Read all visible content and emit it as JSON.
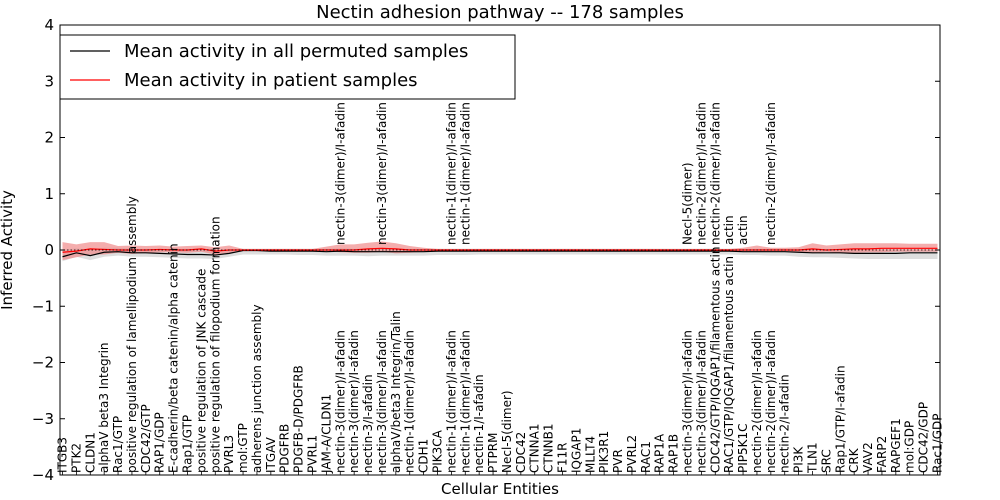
{
  "chart_data": {
    "type": "line",
    "title": "Nectin adhesion pathway -- 178 samples",
    "xlabel": "Cellular Entities",
    "ylabel": "Inferred Activity",
    "ylim": [
      -4,
      4
    ],
    "yticks": [
      -4,
      -3,
      -2,
      -1,
      0,
      1,
      2,
      3,
      4
    ],
    "legend_position": "top-left",
    "grid": false,
    "categories": [
      "ITGB3",
      "PTK2",
      "CLDN1",
      "alphaV beta3 Integrin",
      "Rac1/GTP",
      "positive regulation of lamellipodium assembly",
      "CDC42/GTP",
      "RAP1/GDP",
      "E-cadherin/beta catenin/alpha catenin",
      "Rap1/GTP",
      "positive regulation of JNK cascade",
      "positive regulation of filopodium formation",
      "PVRL3",
      "mol:GTP",
      "adherens junction assembly",
      "ITGAV",
      "PDGFRB",
      "PDGFB-D/PDGFRB",
      "PVRL1",
      "JAM-A/CLDN1",
      "nectin-3(dimer)/I-afadin",
      "nectin-3(dimer)/I-afadin",
      "nectin-3/I-afadin",
      "nectin-3(dimer)/I-afadin",
      "alphaV/beta3 Integrin/Talin",
      "nectin-1(dimer)/I-afadin",
      "CDH1",
      "PIK3CA",
      "nectin-1(dimer)/I-afadin",
      "nectin-1(dimer)/I-afadin",
      "nectin-1/I-afadin",
      "PTPRM",
      "Necl-5(dimer)",
      "CDC42",
      "CTNNA1",
      "CTNNB1",
      "F11R",
      "IQGAP1",
      "MLLT4",
      "PIK3R1",
      "PVR",
      "PVRL2",
      "RAC1",
      "RAP1A",
      "RAP1B",
      "nectin-3(dimer)/I-afadin",
      "nectin-3(dimer)/I-afadin",
      "CDC42/GTP/IQGAP1/filamentous actin",
      "RAC1/GTP/IQGAP1/filamentous actin",
      "PIP5K1C",
      "nectin-2(dimer)/I-afadin",
      "nectin-2(dimer)/I-afadin",
      "nectin-2/I-afadin",
      "PI3K",
      "TLN1",
      "SRC",
      "Rap1/GTP/I-afadin",
      "CRK",
      "VAV2",
      "FARP2",
      "RAPGEF1",
      "mol:GDP",
      "CDC42/GDP",
      "Rac1/GDP"
    ],
    "upper_labels": [
      {
        "index": 20,
        "text": "nectin-3(dimer)/I-afadin"
      },
      {
        "index": 23,
        "text": "nectin-3(dimer)/I-afadin"
      },
      {
        "index": 28,
        "text": "nectin-1(dimer)/I-afadin"
      },
      {
        "index": 29,
        "text": "nectin-1(dimer)/I-afadin"
      },
      {
        "index": 45,
        "text": "Necl-5(dimer)"
      },
      {
        "index": 46,
        "text": "nectin-2(dimer)/I-afadin"
      },
      {
        "index": 47,
        "text": "nectin-2(dimer)/I-afadin"
      },
      {
        "index": 48,
        "text": "actin"
      },
      {
        "index": 49,
        "text": "actin"
      },
      {
        "index": 51,
        "text": "nectin-2(dimer)/I-afadin"
      }
    ],
    "series": [
      {
        "name": "Mean activity in all permuted samples",
        "color": "#000000",
        "band_color": "#c8c8c8",
        "values": [
          -0.12,
          -0.05,
          -0.1,
          -0.04,
          -0.03,
          -0.05,
          -0.05,
          -0.06,
          -0.07,
          -0.08,
          -0.08,
          -0.09,
          -0.06,
          -0.01,
          -0.01,
          -0.02,
          -0.02,
          -0.02,
          -0.02,
          -0.03,
          -0.02,
          -0.03,
          -0.03,
          -0.03,
          -0.03,
          -0.03,
          -0.03,
          -0.02,
          -0.02,
          -0.02,
          -0.02,
          -0.02,
          -0.02,
          -0.02,
          -0.02,
          -0.02,
          -0.02,
          -0.02,
          -0.02,
          -0.02,
          -0.02,
          -0.02,
          -0.02,
          -0.02,
          -0.02,
          -0.02,
          -0.02,
          -0.02,
          -0.02,
          -0.03,
          -0.03,
          -0.03,
          -0.03,
          -0.04,
          -0.05,
          -0.05,
          -0.05,
          -0.06,
          -0.06,
          -0.06,
          -0.06,
          -0.05,
          -0.05,
          -0.05
        ],
        "lower": [
          -0.2,
          -0.12,
          -0.18,
          -0.12,
          -0.1,
          -0.12,
          -0.12,
          -0.13,
          -0.14,
          -0.15,
          -0.15,
          -0.16,
          -0.12,
          -0.08,
          -0.08,
          -0.08,
          -0.08,
          -0.09,
          -0.09,
          -0.1,
          -0.1,
          -0.1,
          -0.11,
          -0.1,
          -0.1,
          -0.1,
          -0.1,
          -0.09,
          -0.09,
          -0.09,
          -0.08,
          -0.08,
          -0.08,
          -0.08,
          -0.08,
          -0.08,
          -0.08,
          -0.08,
          -0.08,
          -0.08,
          -0.08,
          -0.08,
          -0.08,
          -0.08,
          -0.08,
          -0.08,
          -0.08,
          -0.08,
          -0.08,
          -0.09,
          -0.09,
          -0.1,
          -0.1,
          -0.12,
          -0.13,
          -0.13,
          -0.14,
          -0.15,
          -0.16,
          -0.16,
          -0.16,
          -0.16,
          -0.16,
          -0.16
        ],
        "upper": [
          0.0,
          0.03,
          0.0,
          0.04,
          0.04,
          0.02,
          0.02,
          0.01,
          0.0,
          -0.01,
          -0.01,
          -0.02,
          0.0,
          0.02,
          0.02,
          0.02,
          0.02,
          0.02,
          0.02,
          0.02,
          0.03,
          0.02,
          0.03,
          0.02,
          0.02,
          0.02,
          0.02,
          0.02,
          0.02,
          0.02,
          0.02,
          0.02,
          0.02,
          0.02,
          0.02,
          0.02,
          0.02,
          0.02,
          0.02,
          0.02,
          0.02,
          0.02,
          0.02,
          0.02,
          0.02,
          0.02,
          0.02,
          0.02,
          0.02,
          0.02,
          0.02,
          0.02,
          0.02,
          0.01,
          0.01,
          0.01,
          0.01,
          0.0,
          0.0,
          0.0,
          0.0,
          0.0,
          0.0,
          0.0
        ]
      },
      {
        "name": "Mean activity in patient samples",
        "color": "#ff0000",
        "band_color": "#f08a8a",
        "values": [
          -0.04,
          -0.02,
          0.02,
          0.01,
          0.0,
          0.0,
          0.0,
          0.01,
          0.0,
          0.0,
          0.02,
          -0.02,
          0.0,
          0.0,
          0.0,
          0.0,
          0.0,
          0.0,
          0.0,
          0.0,
          0.0,
          0.0,
          0.02,
          0.03,
          0.02,
          0.0,
          0.0,
          0.0,
          0.0,
          0.0,
          0.0,
          0.0,
          0.0,
          0.0,
          0.0,
          0.0,
          0.0,
          0.0,
          0.0,
          0.0,
          0.0,
          0.0,
          0.0,
          0.0,
          0.0,
          0.0,
          0.0,
          0.0,
          0.0,
          0.0,
          0.0,
          0.0,
          0.0,
          0.0,
          0.02,
          0.0,
          0.01,
          0.02,
          0.02,
          0.03,
          0.03,
          0.03,
          0.03,
          0.03
        ],
        "lower": [
          -0.18,
          -0.13,
          -0.08,
          -0.08,
          -0.05,
          -0.07,
          -0.05,
          -0.04,
          -0.04,
          -0.05,
          -0.03,
          -0.08,
          -0.05,
          -0.01,
          -0.01,
          -0.01,
          -0.01,
          -0.01,
          -0.01,
          -0.02,
          -0.04,
          -0.05,
          -0.05,
          -0.03,
          -0.06,
          -0.05,
          -0.03,
          -0.01,
          -0.01,
          -0.01,
          -0.01,
          -0.01,
          -0.01,
          -0.01,
          -0.01,
          -0.01,
          -0.01,
          -0.01,
          -0.01,
          -0.01,
          -0.01,
          -0.01,
          -0.01,
          -0.01,
          -0.01,
          -0.01,
          -0.01,
          -0.01,
          -0.01,
          -0.02,
          -0.03,
          -0.02,
          -0.02,
          -0.03,
          -0.06,
          -0.03,
          -0.06,
          -0.05,
          -0.04,
          -0.04,
          -0.03,
          -0.03,
          -0.03,
          -0.03
        ],
        "upper": [
          0.14,
          0.1,
          0.14,
          0.14,
          0.07,
          0.08,
          0.07,
          0.08,
          0.06,
          0.07,
          0.08,
          0.05,
          0.08,
          0.02,
          0.02,
          0.02,
          0.02,
          0.02,
          0.02,
          0.06,
          0.1,
          0.1,
          0.13,
          0.15,
          0.12,
          0.07,
          0.04,
          0.02,
          0.02,
          0.02,
          0.02,
          0.02,
          0.02,
          0.02,
          0.02,
          0.02,
          0.02,
          0.02,
          0.02,
          0.02,
          0.02,
          0.02,
          0.02,
          0.02,
          0.02,
          0.02,
          0.02,
          0.02,
          0.02,
          0.04,
          0.08,
          0.04,
          0.04,
          0.05,
          0.12,
          0.08,
          0.1,
          0.12,
          0.12,
          0.12,
          0.12,
          0.11,
          0.11,
          0.11
        ]
      }
    ]
  }
}
